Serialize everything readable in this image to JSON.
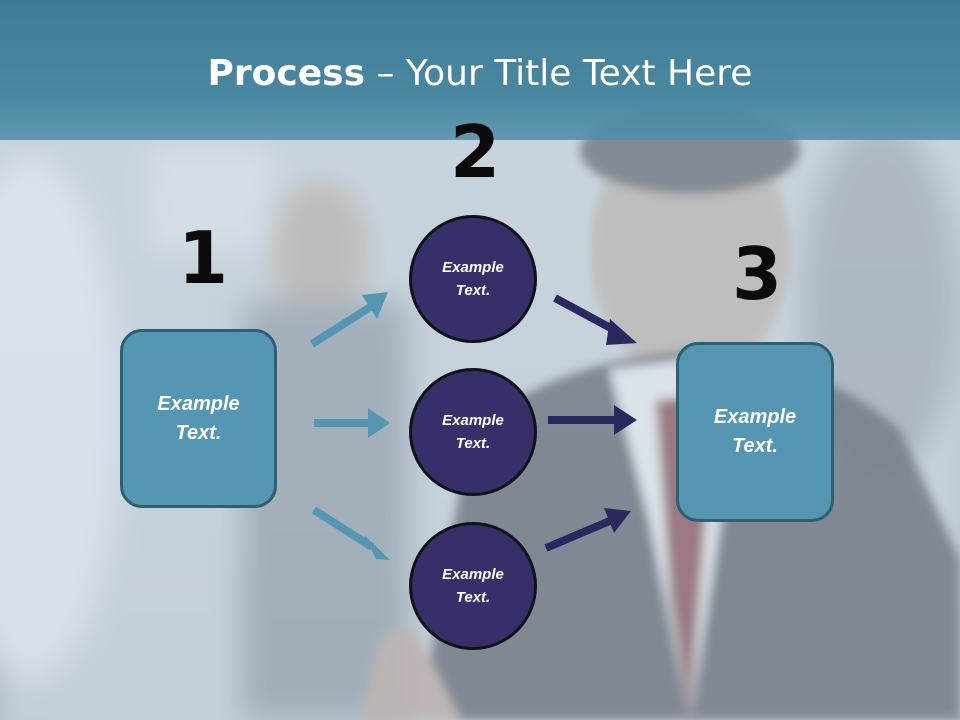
{
  "title": {
    "bold": "Process",
    "rest": " – Your Title Text Here"
  },
  "steps": [
    {
      "number": "1",
      "text": "Example\nText."
    },
    {
      "number": "2",
      "items": [
        "Example\nText.",
        "Example\nText.",
        "Example\nText."
      ]
    },
    {
      "number": "3",
      "text": "Example\nText."
    }
  ],
  "colors": {
    "header": "#4a88a2",
    "box": "#5597b3",
    "circle": "#352f6a",
    "arrow_light": "#5597b3",
    "arrow_dark": "#2b2860"
  }
}
